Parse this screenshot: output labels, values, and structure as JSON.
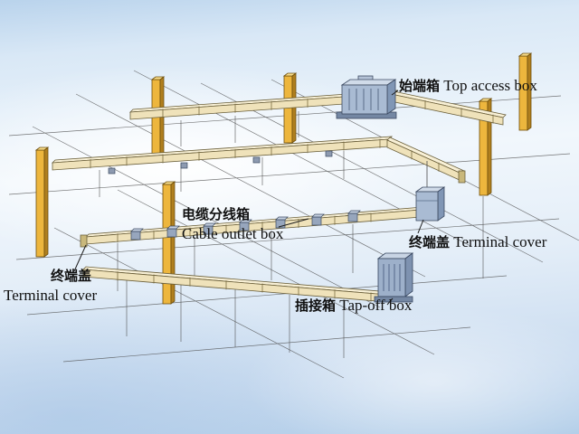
{
  "diagram": {
    "labels": {
      "top_access_box": {
        "zh": "始端箱",
        "en": " Top access box"
      },
      "cable_outlet_box": {
        "zh": "电缆分线箱",
        "en": "Cable outlet box"
      },
      "terminal_cover_right": {
        "zh": "终端盖",
        "en": " Terminal cover"
      },
      "terminal_cover_left": {
        "zh": "终端盖",
        "en": "Terminal cover"
      },
      "tap_off_box": {
        "zh": "插接箱",
        "en": " Tap-off box"
      }
    },
    "colors": {
      "sky_top": "#b9d3ec",
      "sky_mid": "#f1f7fc",
      "sky_bottom": "#b4cfe9",
      "column_front": "#edb63d",
      "column_side": "#b07f1e",
      "column_top": "#f8dc8a",
      "duct_fill": "#efe2ba",
      "duct_top": "#f8f0d6",
      "duct_stroke": "#6a5f3a",
      "box_fill": "#a9bbd3",
      "box_side": "#8096b5",
      "box_top": "#d0dbe9",
      "grid_line": "#4a4a4a",
      "text": "#101010"
    }
  }
}
